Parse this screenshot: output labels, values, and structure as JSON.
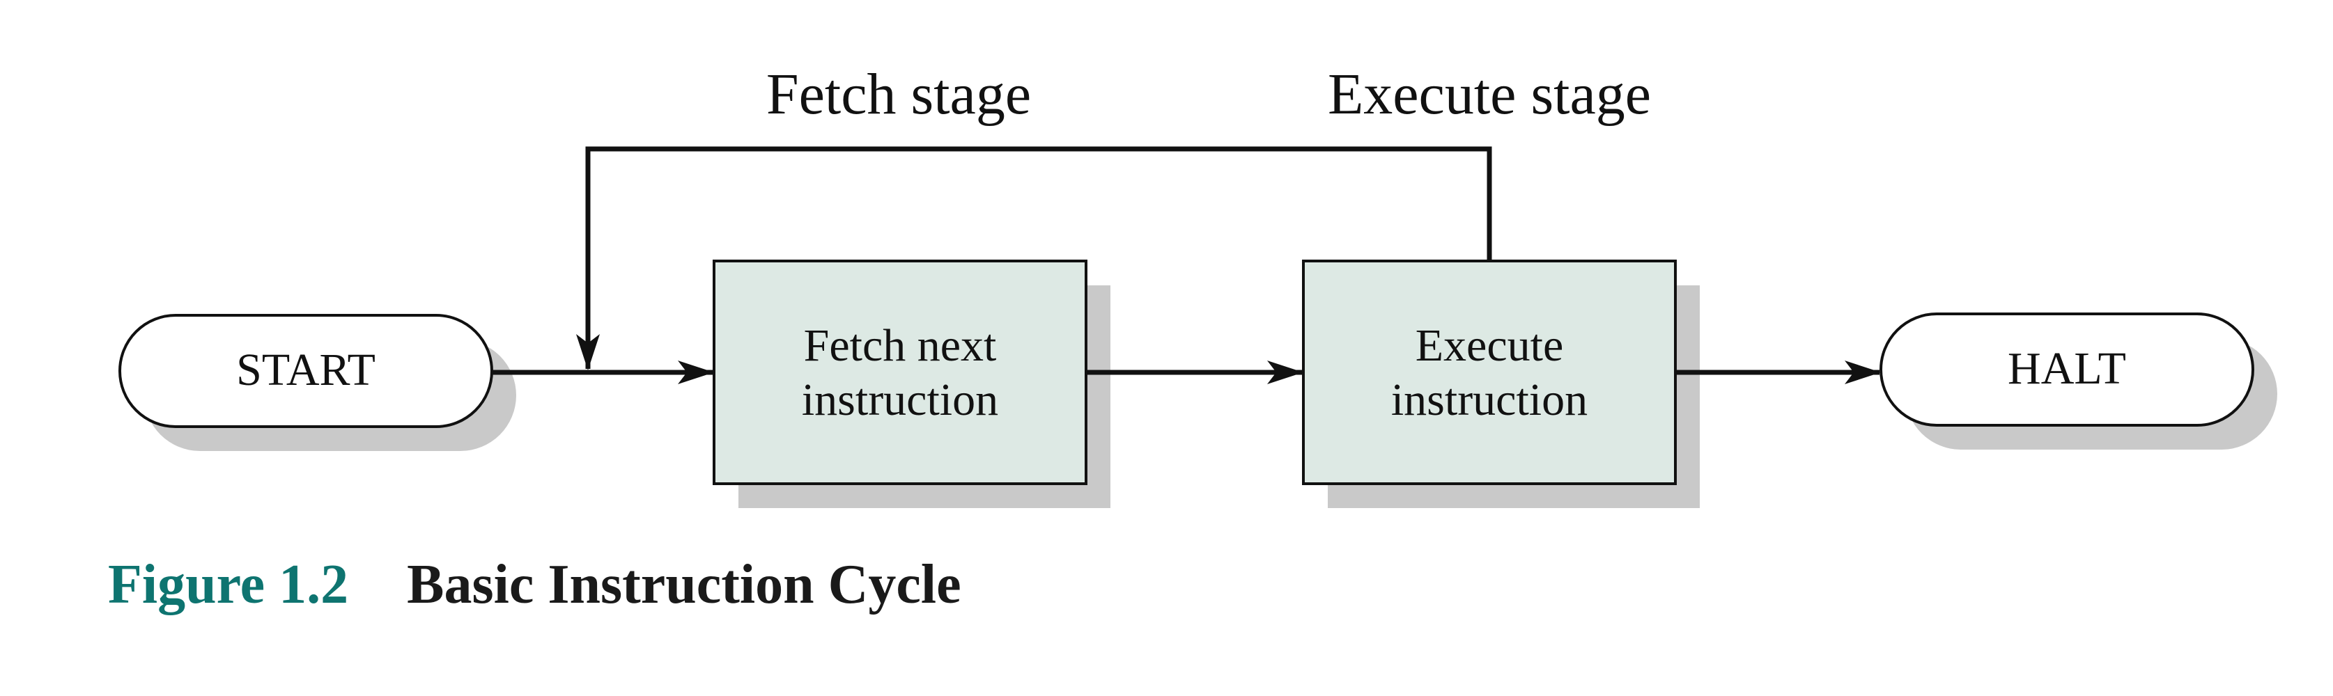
{
  "diagram": {
    "stage_labels": {
      "fetch": "Fetch stage",
      "execute": "Execute stage"
    },
    "nodes": {
      "start": {
        "label": "START"
      },
      "fetch": {
        "line1": "Fetch next",
        "line2": "instruction"
      },
      "execute": {
        "line1": "Execute",
        "line2": "instruction"
      },
      "halt": {
        "label": "HALT"
      }
    },
    "colors": {
      "box_fill": "#dde9e4",
      "shadow": "#c9c9c9",
      "line": "#111111"
    }
  },
  "caption": {
    "number": "Figure 1.2",
    "title": "Basic Instruction Cycle",
    "number_color": "#0e7470"
  }
}
